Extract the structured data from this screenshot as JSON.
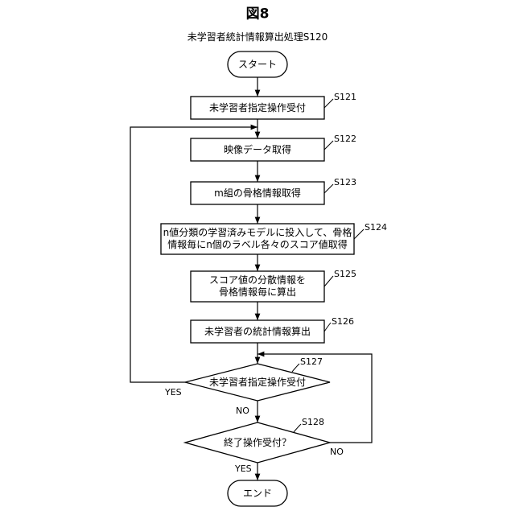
{
  "figure_label": "図8",
  "process_title": "未学習者統計情報算出処理S120",
  "nodes": {
    "start": "スタート",
    "s121": "未学習者指定操作受付",
    "s122": "映像データ取得",
    "s123": "m組の骨格情報取得",
    "s124_line1": "n値分類の学習済みモデルに投入して、骨格",
    "s124_line2": "情報毎にn個のラベル各々のスコア値取得",
    "s125_line1": "スコア値の分散情報を",
    "s125_line2": "骨格情報毎に算出",
    "s126": "未学習者の統計情報算出",
    "s127": "未学習者指定操作受付",
    "s128": "終了操作受付？",
    "end": "エンド"
  },
  "step_labels": {
    "s121": "S121",
    "s122": "S122",
    "s123": "S123",
    "s124": "S124",
    "s125": "S125",
    "s126": "S126",
    "s127": "S127",
    "s128": "S128"
  },
  "branches": {
    "s127_yes": "YES",
    "s127_no": "NO",
    "s128_yes": "YES",
    "s128_no": "NO"
  },
  "colors": {
    "line": "#000000",
    "fill": "#ffffff"
  }
}
